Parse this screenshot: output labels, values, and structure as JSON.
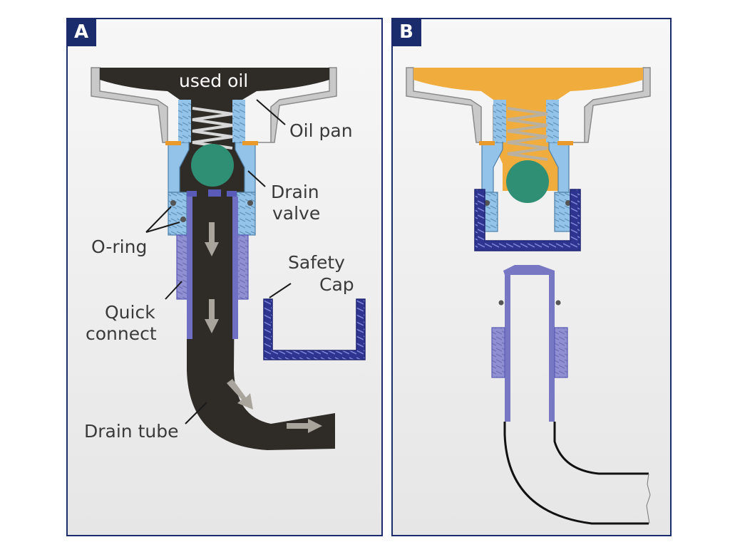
{
  "panels": [
    {
      "tag": "A"
    },
    {
      "tag": "B"
    }
  ],
  "labels": {
    "used_oil": "used oil",
    "oil_pan": "Oil pan",
    "drain": "Drain",
    "valve": "valve",
    "o_ring": "O-ring",
    "quick": "Quick",
    "connect": "connect",
    "safety": "Safety",
    "cap": "Cap",
    "drain_tube": "Drain tube"
  },
  "colors": {
    "panel_border": "#1a2c6b",
    "oil_dark": "#2f2b27",
    "oil_amber": "#f0ac3c",
    "pan_gray": "#c9c9c9",
    "valve_blue": "#93c3e8",
    "ball_green": "#2f8f74",
    "connector_purple": "#8f8fd2",
    "cap_navy": "#2e3591",
    "arrow_gray": "#a9a49c"
  }
}
